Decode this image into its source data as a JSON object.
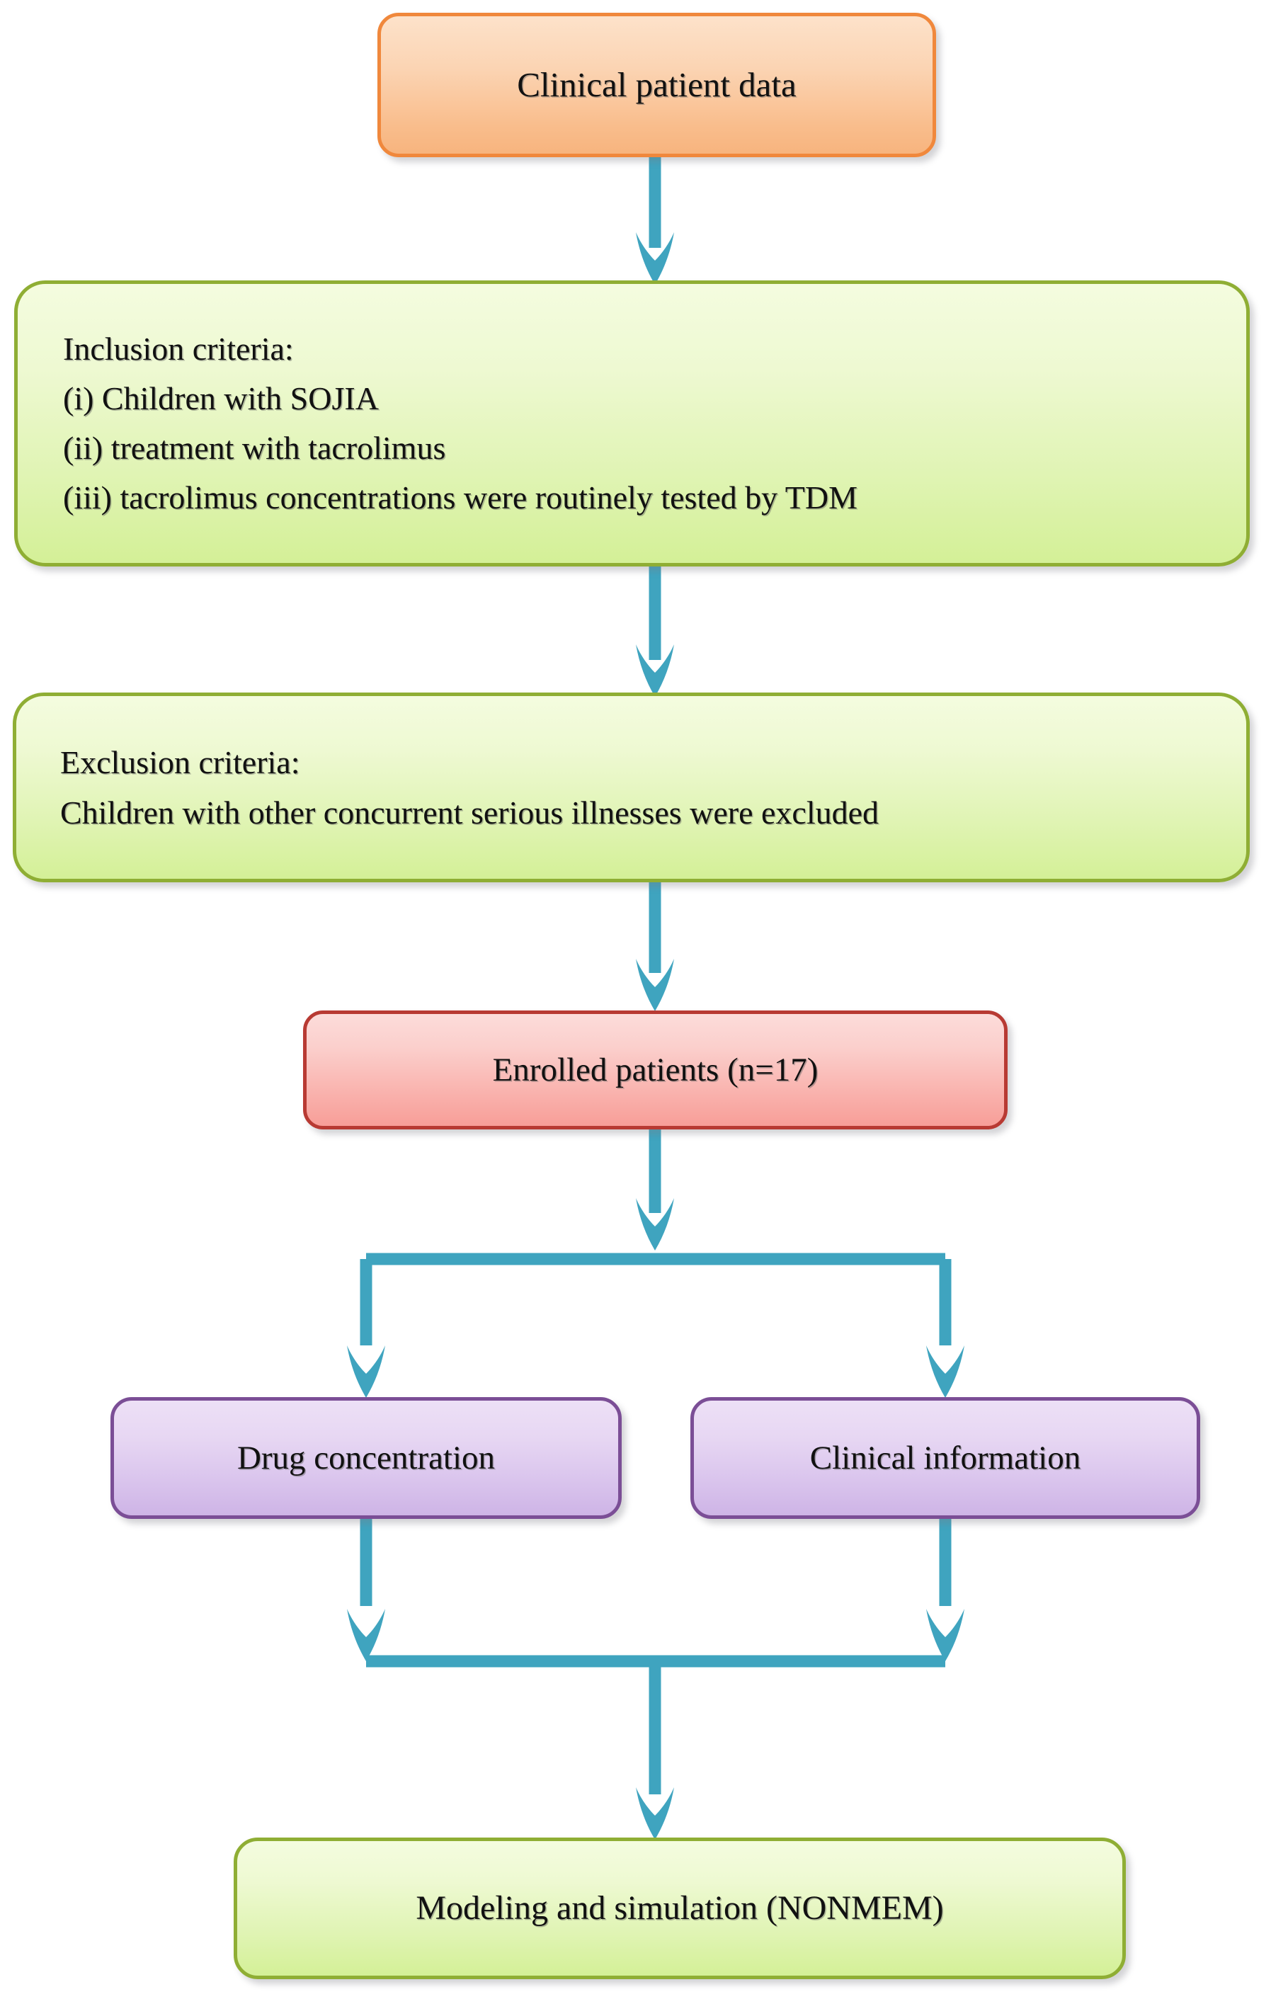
{
  "diagram": {
    "title": "Study population selection and modeling workflow",
    "type": "flowchart",
    "background": "#ffffff",
    "connector_color": "#3FA4BF",
    "text_color": "#111111"
  },
  "nodes": [
    {
      "id": "clinical-patient-data",
      "label": "Clinical patient data",
      "shape": "rounded-rectangle",
      "align": "center",
      "fill_top": "#FDE2CA",
      "fill_bottom": "#F7B47E",
      "border": "#F0883C"
    },
    {
      "id": "inclusion-criteria",
      "label": "Inclusion criteria:\n(i) Children with SOJIA\n(ii) treatment with tacrolimus\n(iii) tacrolimus concentrations  were routinely tested by TDM",
      "shape": "rounded-rectangle",
      "align": "left",
      "fill_top": "#F4FCDF",
      "fill_bottom": "#D4F097",
      "border": "#8FAE34"
    },
    {
      "id": "exclusion-criteria",
      "label": "Exclusion criteria:\nChildren with other concurrent serious illnesses were excluded",
      "shape": "rounded-rectangle",
      "align": "left",
      "fill_top": "#F4FCDF",
      "fill_bottom": "#D4F097",
      "border": "#8FAE34"
    },
    {
      "id": "enrolled-patients",
      "label": "Enrolled patients (n=17)",
      "shape": "rounded-rectangle",
      "align": "center",
      "fill_top": "#FCDCDA",
      "fill_bottom": "#F79E98",
      "border": "#B83A33"
    },
    {
      "id": "drug-concentration",
      "label": "Drug concentration",
      "shape": "rounded-rectangle",
      "align": "center",
      "fill_top": "#EDE0F6",
      "fill_bottom": "#CEB4E6",
      "border": "#7B4E96"
    },
    {
      "id": "clinical-information",
      "label": "Clinical information",
      "shape": "rounded-rectangle",
      "align": "center",
      "fill_top": "#EDE0F6",
      "fill_bottom": "#CEB4E6",
      "border": "#7B4E96"
    },
    {
      "id": "modeling-and-simulation",
      "label": "Modeling and simulation (NONMEM)",
      "shape": "rounded-rectangle",
      "align": "center",
      "fill_top": "#F4FCDF",
      "fill_bottom": "#D4F097",
      "border": "#8FAE34"
    }
  ],
  "edges": [
    {
      "id": "edge-data-to-inclusion",
      "from": "clinical-patient-data",
      "to": "inclusion-criteria",
      "style": "straight-down"
    },
    {
      "id": "edge-inclusion-to-exclusion",
      "from": "inclusion-criteria",
      "to": "exclusion-criteria",
      "style": "straight-down"
    },
    {
      "id": "edge-exclusion-to-enrolled",
      "from": "exclusion-criteria",
      "to": "enrolled-patients",
      "style": "straight-down"
    },
    {
      "id": "edge-enrolled-split",
      "from": "enrolled-patients",
      "to": "drug-concentration",
      "style": "split-branch"
    },
    {
      "id": "edge-enrolled-split-2",
      "from": "enrolled-patients",
      "to": "clinical-information",
      "style": "split-branch"
    },
    {
      "id": "edge-merge-to-modeling",
      "from": "drug-concentration",
      "to": "modeling-and-simulation",
      "style": "merge-branch"
    },
    {
      "id": "edge-merge-to-modeling-2",
      "from": "clinical-information",
      "to": "modeling-and-simulation",
      "style": "merge-branch"
    }
  ]
}
